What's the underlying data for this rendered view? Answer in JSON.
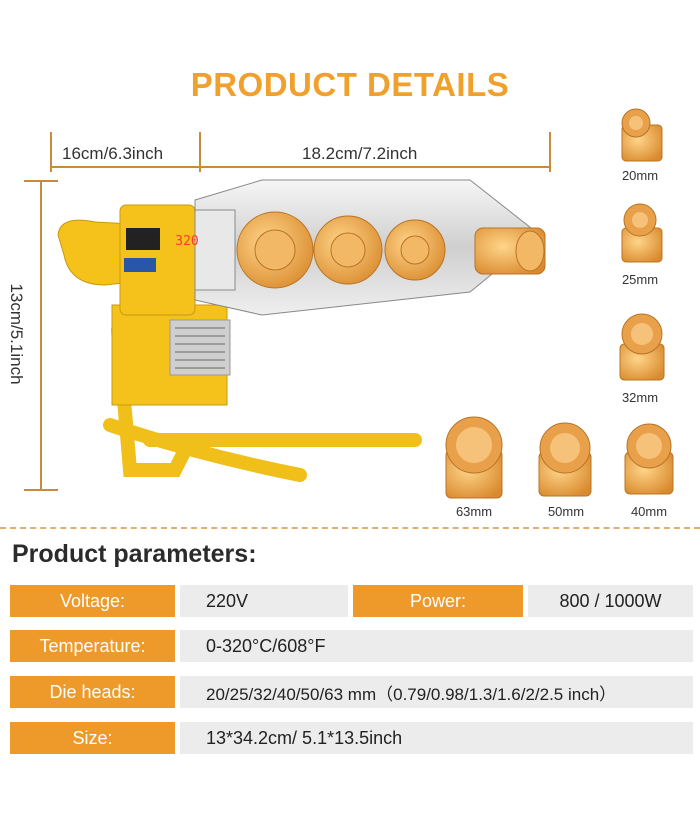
{
  "header": {
    "title": "PRODUCT DETAILS"
  },
  "dimensions": {
    "left_width": "16cm/6.3inch",
    "right_width": "18.2cm/7.2inch",
    "height": "13cm/5.1inch"
  },
  "die_heads": [
    {
      "label": "20mm"
    },
    {
      "label": "25mm"
    },
    {
      "label": "32mm"
    },
    {
      "label": "63mm"
    },
    {
      "label": "50mm"
    },
    {
      "label": "40mm"
    }
  ],
  "display_reading": "320",
  "parameters": {
    "title": "Product parameters:",
    "voltage_label": "Voltage:",
    "voltage_value": "220V",
    "power_label": "Power:",
    "power_value": "800 / 1000W",
    "temperature_label": "Temperature:",
    "temperature_value": "0-320°C/608°F",
    "die_heads_label": "Die heads:",
    "die_heads_value": "20/25/32/40/50/63 mm（0.79/0.98/1.3/1.6/2/2.5 inch）",
    "size_label": "Size:",
    "size_value": "13*34.2cm/ 5.1*13.5inch"
  },
  "colors": {
    "accent": "#ee9a2a",
    "tool_yellow": "#f4c21b",
    "copper": "#e9a04a",
    "cell_bg": "#ececec"
  }
}
